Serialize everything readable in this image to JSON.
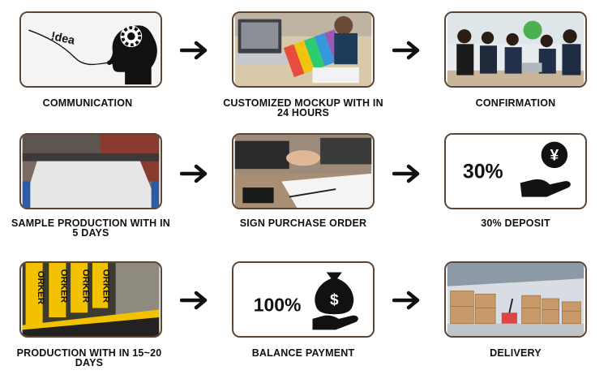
{
  "steps": [
    {
      "label": "COMMUNICATION",
      "image_text": "!dea"
    },
    {
      "label": "CUSTOMIZED MOCKUP WITH IN 24 HOURS"
    },
    {
      "label": "CONFIRMATION"
    },
    {
      "label": "SAMPLE PRODUCTION WITH IN 5 DAYS"
    },
    {
      "label": "SIGN PURCHASE ORDER"
    },
    {
      "label": "30% DEPOSIT",
      "image_text": "30%",
      "icon_symbol": "¥"
    },
    {
      "label": "PRODUCTION WITH IN 15~20 DAYS",
      "image_text": "ORKER"
    },
    {
      "label": "BALANCE PAYMENT",
      "image_text": "100%",
      "icon_symbol": "$"
    },
    {
      "label": "DELIVERY"
    }
  ],
  "colors": {
    "card_border": "#5b4636",
    "arrow": "#111111",
    "label": "#111111"
  }
}
